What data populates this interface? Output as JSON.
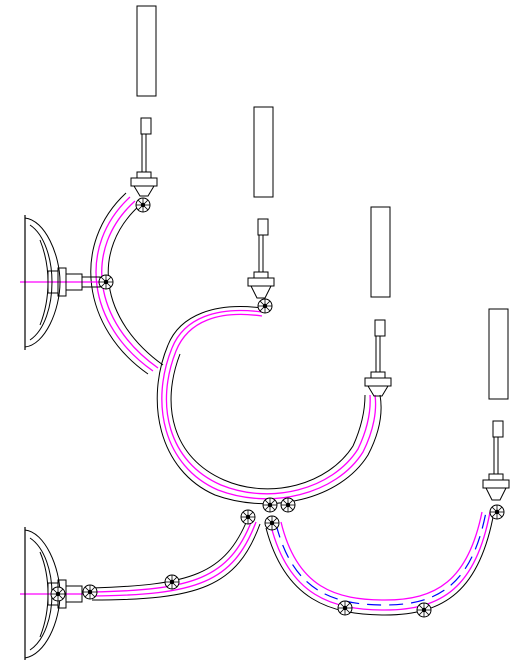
{
  "drawing": {
    "colors": {
      "background": "#ffffff",
      "outline": "#000000",
      "pipe": "#ff00ff",
      "dashed_pipe": "#0000ff"
    },
    "components": {
      "tanks": 2,
      "vertical_columns": 4,
      "valve_fittings": 4,
      "connector_rosettes": 13
    }
  }
}
